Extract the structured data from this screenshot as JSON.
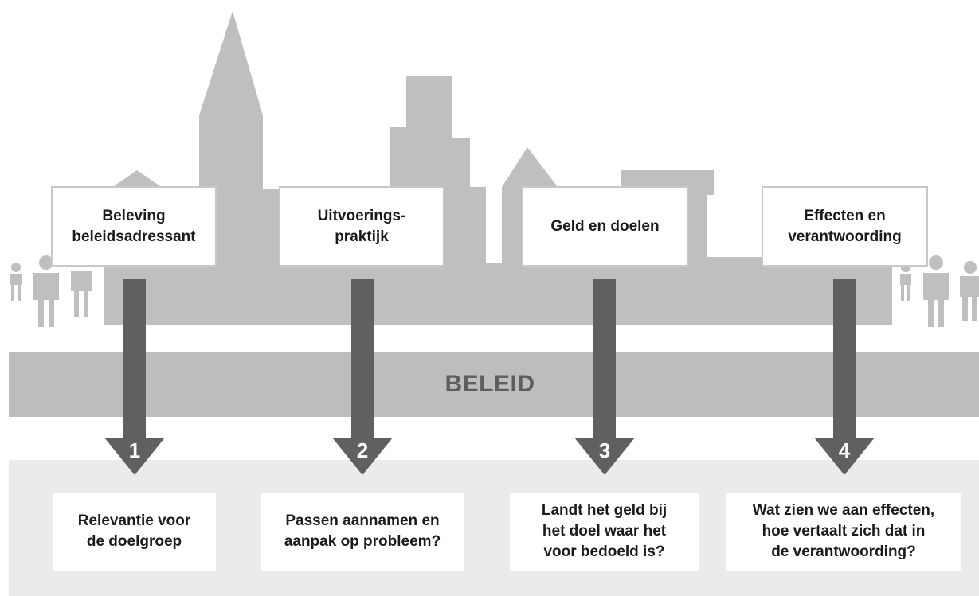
{
  "colors": {
    "skyline": "#bfbfbf",
    "beleid_band": "#bdbdbd",
    "bottom_panel": "#ebebeb",
    "arrow": "#606060",
    "people": "#bfbfbf"
  },
  "band_label": "BELEID",
  "columns": [
    {
      "number": "1",
      "top_label": "Beleving\nbeleidsadressant",
      "bottom_label": "Relevantie voor\nde doelgroep"
    },
    {
      "number": "2",
      "top_label": "Uitvoerings-\npraktijk",
      "bottom_label": "Passen aannamen en\naanpak op probleem?"
    },
    {
      "number": "3",
      "top_label": "Geld en doelen",
      "bottom_label": "Landt het geld bij\nhet doel waar het\nvoor bedoeld is?"
    },
    {
      "number": "4",
      "top_label": "Effecten en\nverantwoording",
      "bottom_label": "Wat zien we aan effecten,\nhoe vertaalt zich dat in\nde verantwoording?"
    }
  ]
}
